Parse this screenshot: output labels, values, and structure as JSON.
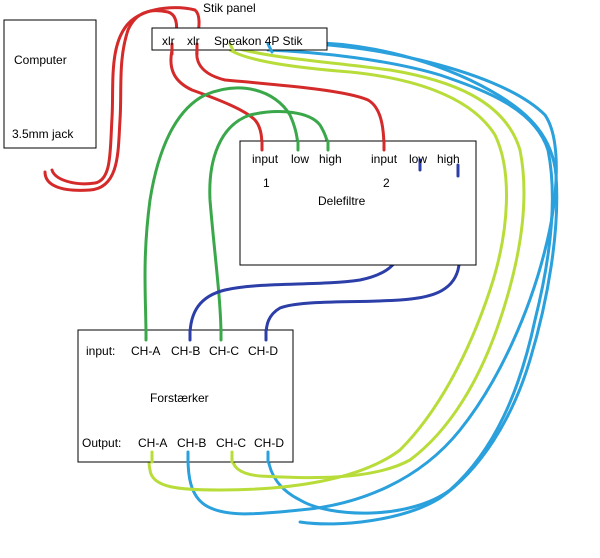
{
  "computer": {
    "title": "Computer",
    "jack": "3.5mm jack"
  },
  "stik_panel": {
    "title": "Stik panel",
    "xlr1": "xlr",
    "xlr2": "xlr",
    "speakon": "Speakon 4P Stik"
  },
  "delefiltre": {
    "title": "Delefiltre",
    "ch1": {
      "input": "input",
      "low": "low",
      "high": "high",
      "num": "1"
    },
    "ch2": {
      "input": "input",
      "low": "low",
      "high": "high",
      "num": "2"
    }
  },
  "forstaerker": {
    "title": "Forstærker",
    "input_label": "input:",
    "output_label": "Output:",
    "input_channels": [
      "CH-A",
      "CH-B",
      "CH-C",
      "CH-D"
    ],
    "output_channels": [
      "CH-A",
      "CH-B",
      "CH-C",
      "CH-D"
    ]
  },
  "colors": {
    "red": "#d42a2a",
    "green": "#3aa84a",
    "dark_blue": "#2c3ea8",
    "light_blue": "#2aa0dc",
    "yellow_green": "#b8dd3a"
  }
}
